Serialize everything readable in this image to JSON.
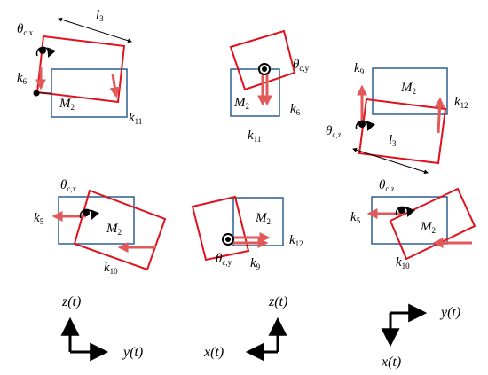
{
  "colors": {
    "mass_box": "#2c5f8f",
    "body_box": "#e0121d",
    "spring_arrow": "#e05a5a",
    "axis": "#000000"
  },
  "symbols": {
    "theta": "θ",
    "theta_cx_sub": "c,x",
    "theta_cy_sub": "c,y",
    "theta_cz_sub": "c,z",
    "mass_M": "M",
    "mass_sub": "2",
    "l_base": "l",
    "l_sub": "3",
    "k_base": "k",
    "k5": "5",
    "k6": "6",
    "k9": "9",
    "k10": "10",
    "k11": "11",
    "k12": "12"
  },
  "axes": {
    "z_t": "z(t)",
    "y_t": "y(t)",
    "x_t": "x(t)"
  },
  "icons": [
    "rotation-arrow-icon",
    "pivot-dot-icon"
  ]
}
